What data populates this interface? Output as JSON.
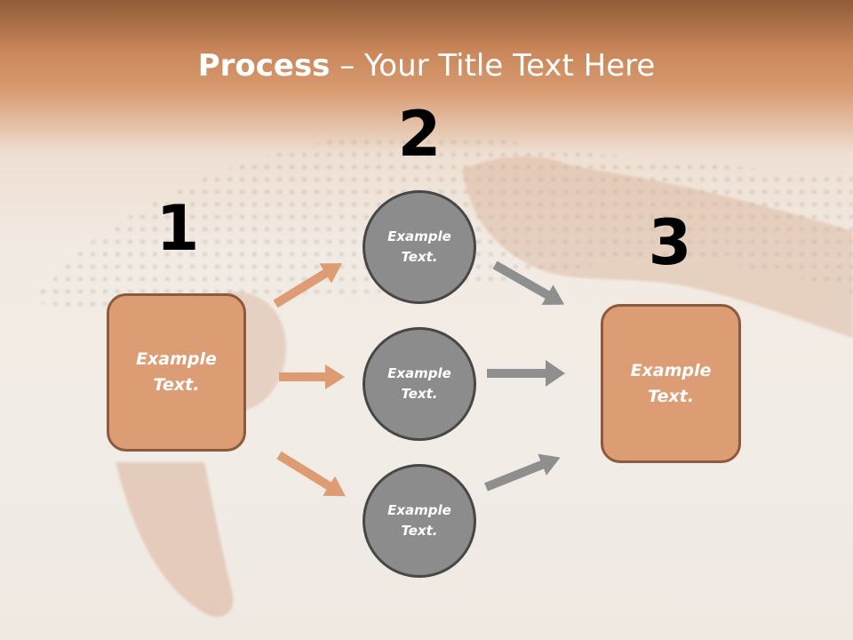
{
  "title": {
    "strong": "Process",
    "rest": " – Your Title Text Here"
  },
  "steps": [
    {
      "number": "1",
      "label_line1": "Example",
      "label_line2": "Text."
    },
    {
      "number": "2"
    },
    {
      "number": "3",
      "label_line1": "Example",
      "label_line2": "Text."
    }
  ],
  "circles": [
    {
      "line1": "Example",
      "line2": "Text."
    },
    {
      "line1": "Example",
      "line2": "Text."
    },
    {
      "line1": "Example",
      "line2": "Text."
    }
  ],
  "colors": {
    "orange_fill": "#dc9d74",
    "orange_border": "#8c5a3d",
    "gray_fill": "#8c8c8c",
    "gray_border": "#474747",
    "orange_arrow": "#dd9c73",
    "gray_arrow": "#8f8f8f"
  }
}
